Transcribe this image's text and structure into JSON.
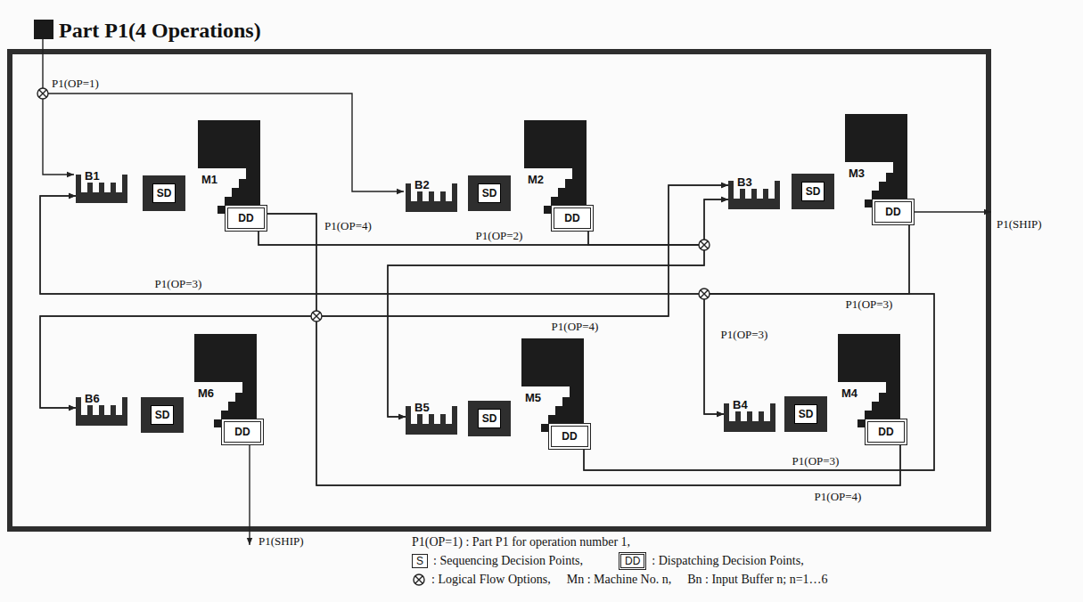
{
  "diagram": {
    "title": "Part P1(4 Operations)",
    "nodes": [
      {
        "text": [
          "B1"
        ]
      },
      {
        "text": [
          "SD"
        ]
      },
      {
        "text": [
          "M1"
        ]
      },
      {
        "text": [
          "DD"
        ],
        "in": 2
      },
      {
        "text": [
          "B2"
        ]
      },
      {
        "text": [
          "SD"
        ]
      },
      {
        "text": [
          "M2"
        ]
      },
      {
        "text": [
          "DD"
        ],
        "in": 6
      },
      {
        "text": [
          "B3"
        ]
      },
      {
        "text": [
          "SD"
        ]
      },
      {
        "text": [
          "M3"
        ]
      },
      {
        "text": [
          "DD"
        ],
        "in": 10
      },
      {
        "text": [
          "B6"
        ]
      },
      {
        "text": [
          "SD"
        ]
      },
      {
        "text": [
          "M6"
        ]
      },
      {
        "text": [
          "DD"
        ],
        "in": 14
      },
      {
        "text": [
          "B5"
        ]
      },
      {
        "text": [
          "SD"
        ]
      },
      {
        "text": [
          "M5"
        ]
      },
      {
        "text": [
          "DD"
        ],
        "in": 18
      },
      {
        "text": [
          "B4"
        ]
      },
      {
        "text": [
          "SD"
        ]
      },
      {
        "text": [
          "M4"
        ]
      },
      {
        "text": [
          "DD"
        ],
        "in": 22
      }
    ],
    "edges": [
      {
        "from": 3,
        "to": 8,
        "arrow": "to",
        "label": "P1(OP=2)"
      },
      {
        "from": 3,
        "to": 16,
        "arrow": "to"
      },
      {
        "from": 7,
        "to": 8,
        "arrow": "to"
      },
      {
        "from": 7,
        "to": 16,
        "arrow": "to"
      },
      {
        "from": 3,
        "to": 12,
        "arrow": "to",
        "label": "P1(OP=4)"
      },
      {
        "from": 3,
        "to": 8,
        "arrow": "to",
        "label": "P1(OP=4)"
      },
      {
        "from": 23,
        "to": 12,
        "arrow": "to",
        "label": "P1(OP=4)"
      },
      {
        "from": 23,
        "to": 8,
        "arrow": "to"
      },
      {
        "from": 11,
        "to": 0,
        "arrow": "to",
        "label": "P1(OP=3)"
      },
      {
        "from": 11,
        "to": 20,
        "arrow": "to",
        "label": "P1(OP=3)"
      },
      {
        "from": 19,
        "to": 0,
        "arrow": "to",
        "label": "P1(OP=3)"
      },
      {
        "from": 19,
        "to": 20,
        "arrow": "to",
        "label": "P1(OP=3)"
      }
    ],
    "labels": [
      "P1(OP=1)",
      "P1(SHIP)",
      "P1(SHIP)",
      "S",
      "DD"
    ],
    "legend": [
      {
        "text": "P1(OP=1) : Part P1 for operation number 1,"
      },
      {
        "text": ": Sequencing Decision Points,"
      },
      {
        "text": ": Dispatching Decision Points,"
      },
      {
        "text": ": Logical Flow Options,"
      },
      {
        "text": "Mn : Machine No. n,"
      },
      {
        "text": "Bn : Input Buffer n; n=1…6"
      }
    ]
  }
}
